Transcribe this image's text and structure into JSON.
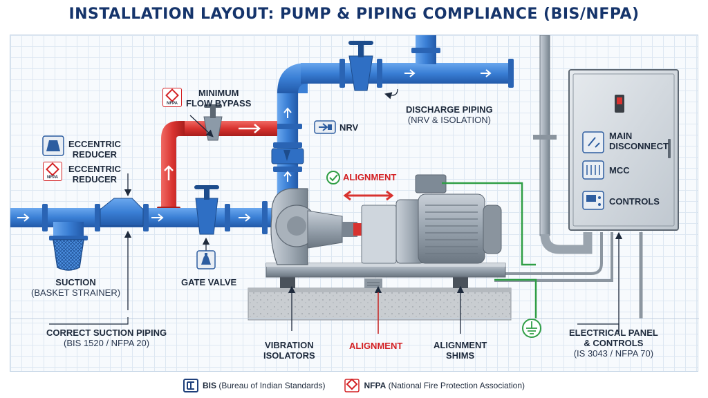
{
  "title": "INSTALLATION LAYOUT: PUMP & PIPING COMPLIANCE (BIS/NFPA)",
  "labels": {
    "min_flow_1": "MINIMUM",
    "min_flow_2": "FLOW BYPASS",
    "ecc_reducer_a_1": "ECCENTRIC",
    "ecc_reducer_a_2": "REDUCER",
    "ecc_reducer_b_1": "ECCENTRIC",
    "ecc_reducer_b_2": "REDUCER",
    "nrv": "NRV",
    "discharge_1": "DISCHARGE PIPING",
    "discharge_2": "(NRV & ISOLATION)",
    "alignment_top": "ALIGNMENT",
    "main_disconnect_1": "MAIN",
    "main_disconnect_2": "DISCONNECT",
    "mcc": "MCC",
    "controls": "CONTROLS",
    "suction_1": "SUCTION",
    "suction_2": "(BASKET STRAINER)",
    "gate_valve": "GATE VALVE",
    "correct_suction_1": "CORRECT SUCTION PIPING",
    "correct_suction_2": "(BIS 1520 / NFPA 20)",
    "vibration_1": "VIBRATION",
    "vibration_2": "ISOLATORS",
    "alignment_bottom": "ALIGNMENT",
    "shims_1": "ALIGNMENT",
    "shims_2": "SHIMS",
    "electrical_1": "ELECTRICAL PANEL",
    "electrical_2": "& CONTROLS",
    "electrical_3": "(IS 3043 / NFPA 70)",
    "nfpa_badge": "NFPA"
  },
  "footer": {
    "bis_abbr": "BIS",
    "bis_full": "(Bureau of Indian Standards)",
    "nfpa_abbr": "NFPA",
    "nfpa_full": "(National Fire Protection Association)"
  },
  "colors": {
    "pipe_blue": "#3a7fd5",
    "pipe_red": "#d8322f",
    "title": "#15346b",
    "ground_green": "#2f9e45"
  }
}
